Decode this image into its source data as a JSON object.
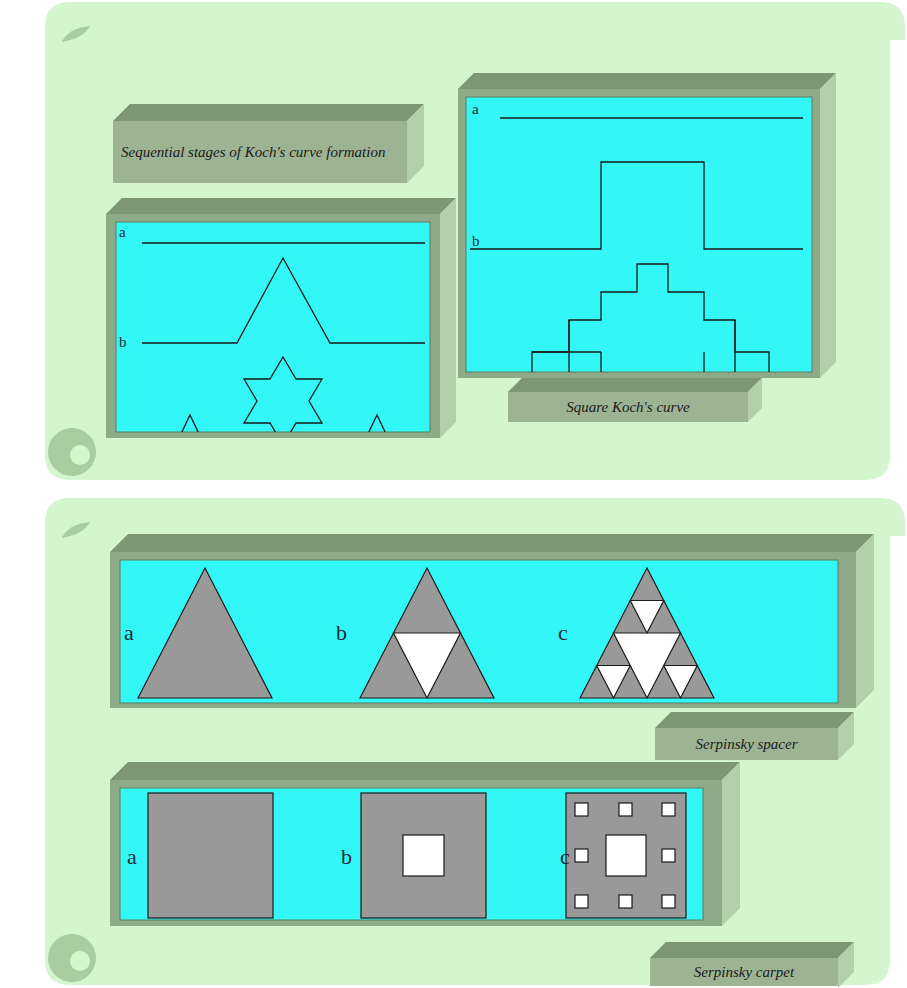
{
  "diagram": {
    "nodes": [
      {
        "text": [
          "Sequential stages of Koch's curve formation"
        ]
      },
      {
        "text": [
          "a",
          "b"
        ]
      },
      {
        "text": [
          "a",
          "b"
        ]
      },
      {
        "text": [
          "Square Koch's curve"
        ]
      },
      {
        "text": [
          "a",
          "b",
          "c"
        ]
      },
      {
        "text": [
          "Serpinsky spacer"
        ]
      },
      {
        "text": [
          "a",
          "b",
          "c"
        ]
      },
      {
        "text": [
          "Serpinsky carpet"
        ]
      }
    ]
  }
}
